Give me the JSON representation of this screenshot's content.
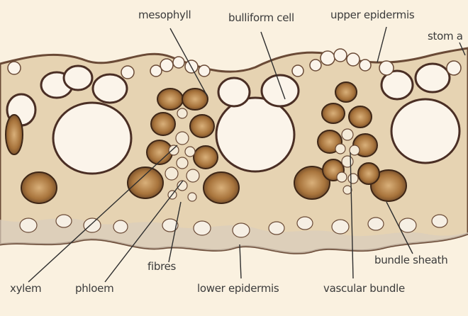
{
  "labels": {
    "mesophyll": "mesophyll",
    "bulliform_cell": "bulliform cell",
    "upper_epidermis": "upper epidermis",
    "stoma": "stom a",
    "xylem": "xylem",
    "phloem": "phloem",
    "fibres": "fibres",
    "lower_epidermis": "lower epidermis",
    "vascular_bundle": "vascular bundle",
    "bundle_sheath": "bundle sheath"
  },
  "colors": {
    "background": "#faf1e0",
    "tissue": "#e8d5b4",
    "cell_wall": "#5a3a2a",
    "sheath_cell": "#9a6a32",
    "cell_interior": "#fbf4ea",
    "leader_line": "#2e2e2e"
  }
}
